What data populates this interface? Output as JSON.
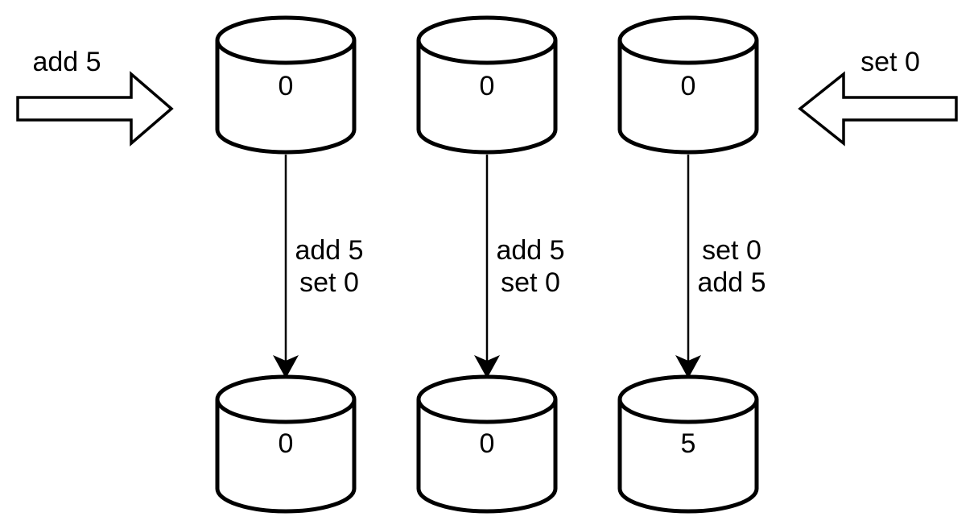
{
  "colors": {
    "background": "#ffffff",
    "stroke": "#000000",
    "shape_fill": "#ffffff"
  },
  "left_block_arrow": {
    "label": "add 5",
    "direction": "right"
  },
  "right_block_arrow": {
    "label": "set 0",
    "direction": "left"
  },
  "top_cylinders": [
    {
      "value": "0"
    },
    {
      "value": "0"
    },
    {
      "value": "0"
    }
  ],
  "bottom_cylinders": [
    {
      "value": "0"
    },
    {
      "value": "0"
    },
    {
      "value": "5"
    }
  ],
  "transitions": [
    {
      "operations": [
        "add 5",
        "set 0"
      ]
    },
    {
      "operations": [
        "add 5",
        "set 0"
      ]
    },
    {
      "operations": [
        "set 0",
        "add 5"
      ]
    }
  ]
}
